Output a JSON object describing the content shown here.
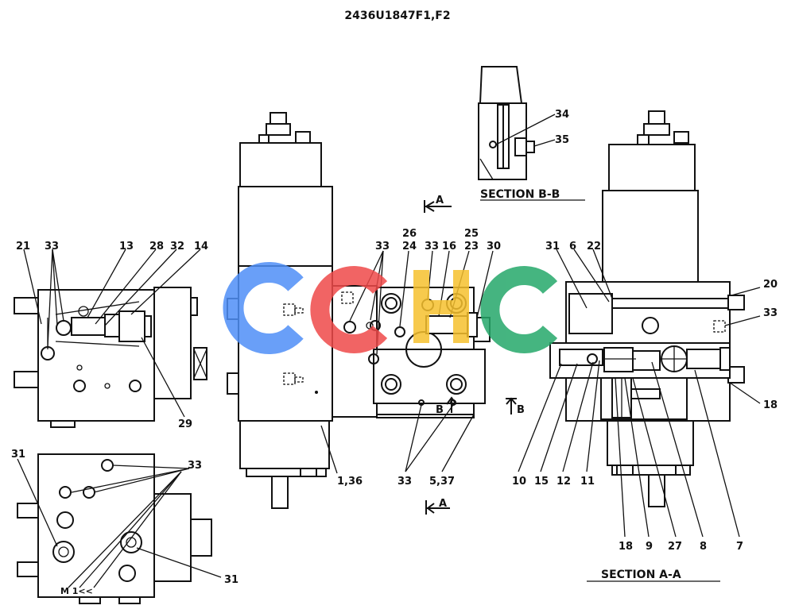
{
  "drawing_number": "2436U1847F1,F2",
  "sections": {
    "bb": "SECTION  B-B",
    "aa": "SECTION  A-A"
  },
  "markers": {
    "a_top": "A",
    "a_bottom": "A",
    "b_left": "B",
    "b_right": "B"
  },
  "callouts": {
    "c21": "21",
    "c33_left": "33",
    "c13": "13",
    "c28": "28",
    "c32": "32",
    "c14": "14",
    "c29": "29",
    "c31_bl": "31",
    "c33_bl": "33",
    "c31_br": "31",
    "c33_mid": "33",
    "c26": "26",
    "c24": "24",
    "c33_mid2": "33",
    "c16": "16",
    "c25": "25",
    "c23": "23",
    "c30": "30",
    "c1_36": "1,36",
    "c33_low": "33",
    "c5_37": "5,37",
    "c34": "34",
    "c35": "35",
    "c31_r": "31",
    "c6": "6",
    "c22": "22",
    "c20": "20",
    "c33_r": "33",
    "c18_r": "18",
    "c10": "10",
    "c15": "15",
    "c12": "12",
    "c11": "11",
    "c18_b": "18",
    "c9": "9",
    "c27": "27",
    "c8": "8",
    "c7": "7"
  },
  "watermark": {
    "letters": [
      "C",
      "C",
      "H",
      "C"
    ],
    "colors": [
      "#4f8ff7",
      "#ef4a4a",
      "#f6c12e",
      "#25a86a"
    ]
  }
}
